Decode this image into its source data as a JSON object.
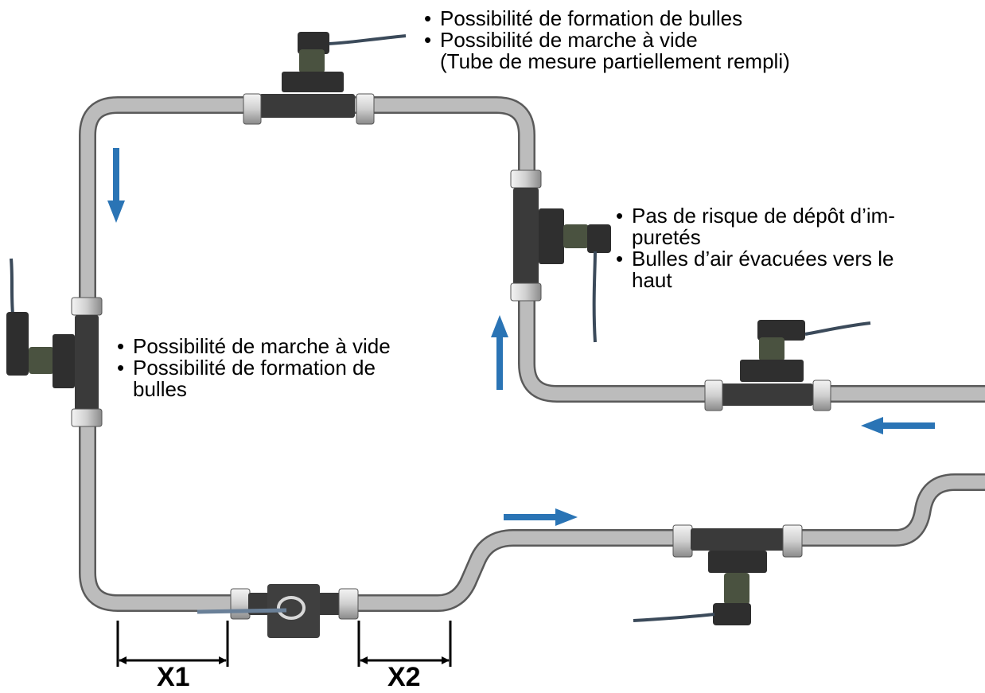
{
  "notes": {
    "top": {
      "items": [
        "Possibilité de formation de bulles",
        "Possibilité de marche à vide"
      ],
      "continuation": "(Tube de mesure partiellement rempli)"
    },
    "right": {
      "items": [
        "Pas de risque de dépôt d’im-",
        "Bulles d’air évacuées vers le"
      ],
      "continuations": [
        "puretés",
        "haut"
      ]
    },
    "left": {
      "items": [
        "Possibilité de marche à vide",
        "Possibilité de formation de"
      ],
      "continuation": "bulles"
    }
  },
  "dimensions": {
    "x1": "X1",
    "x2": "X2"
  },
  "colors": {
    "pipe": "#b9b9b9",
    "pipe_outline": "#5a5a5a",
    "arrow": "#2a74b5",
    "sensor": "#3c3c3c",
    "nut": "#d9d9d9"
  },
  "icons": [
    "flow-direction-arrow",
    "flow-sensor",
    "union-nut",
    "sensor-cable"
  ]
}
